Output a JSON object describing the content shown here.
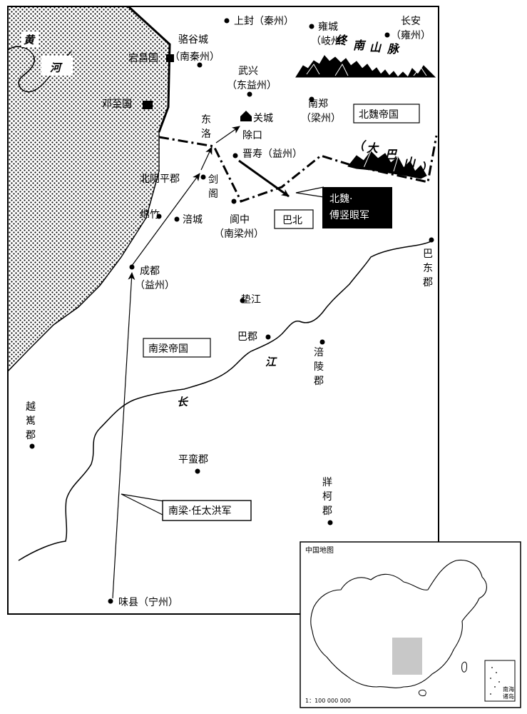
{
  "places": {
    "shangfeng": "上封（秦州）",
    "luogucheng_1": "骆谷城",
    "luogucheng_2": "（南秦州）",
    "yongcheng_1": "雍城",
    "yongcheng_2": "（岐州）",
    "changan_1": "长安",
    "changan_2": "（雍州）",
    "dangchang": "宕昌国",
    "dengzhi": "邓至国",
    "wuxing_1": "武兴",
    "wuxing_2": "（东益州）",
    "nanzheng_1": "南郑",
    "nanzheng_2": "（梁州）",
    "guancheng": "关城",
    "dongluo_1": "东",
    "dongluo_2": "洛",
    "chukou_1": "除口",
    "chukou_2": "晋寿（益州）",
    "beiyinping": "北阴平郡",
    "jiange_1": "剑",
    "jiange_2": "阁",
    "mianzhu": "绵竹",
    "fucheng": "涪城",
    "langzhong_1": "阆中",
    "langzhong_2": "（南梁州）",
    "chengdu_1": "成都",
    "chengdu_2": "（益州）",
    "dianjiang": "垫江",
    "bajun": "巴郡",
    "fuling": [
      "涪",
      "陵",
      "郡"
    ],
    "badong": [
      "巴",
      "东",
      "郡"
    ],
    "yuexi": [
      "越",
      "嶲",
      "郡"
    ],
    "pingman": "平蛮郡",
    "zangke": [
      "牂",
      "柯",
      "郡"
    ],
    "weixian": "味县（宁州）"
  },
  "regions": {
    "beiwei": "北魏帝国",
    "nanliang": "南梁帝国",
    "babei": "巴北"
  },
  "rivers": {
    "huang_1": "黄",
    "huang_2": "河",
    "chang": "长",
    "jiang": "江"
  },
  "mountains": {
    "zhongnan": [
      "终",
      "南",
      "山",
      "脉"
    ],
    "daba": [
      "（",
      "大",
      "巴",
      "山",
      "）"
    ]
  },
  "armies": {
    "beiwei_line1": "北魏·",
    "beiwei_line2": "傅竖眼军",
    "nanliang": "南梁·任太洪军"
  },
  "inset": {
    "title": "中国地图",
    "scale": "1：100 000 000",
    "south_sea": [
      "南海",
      "诸岛"
    ]
  }
}
